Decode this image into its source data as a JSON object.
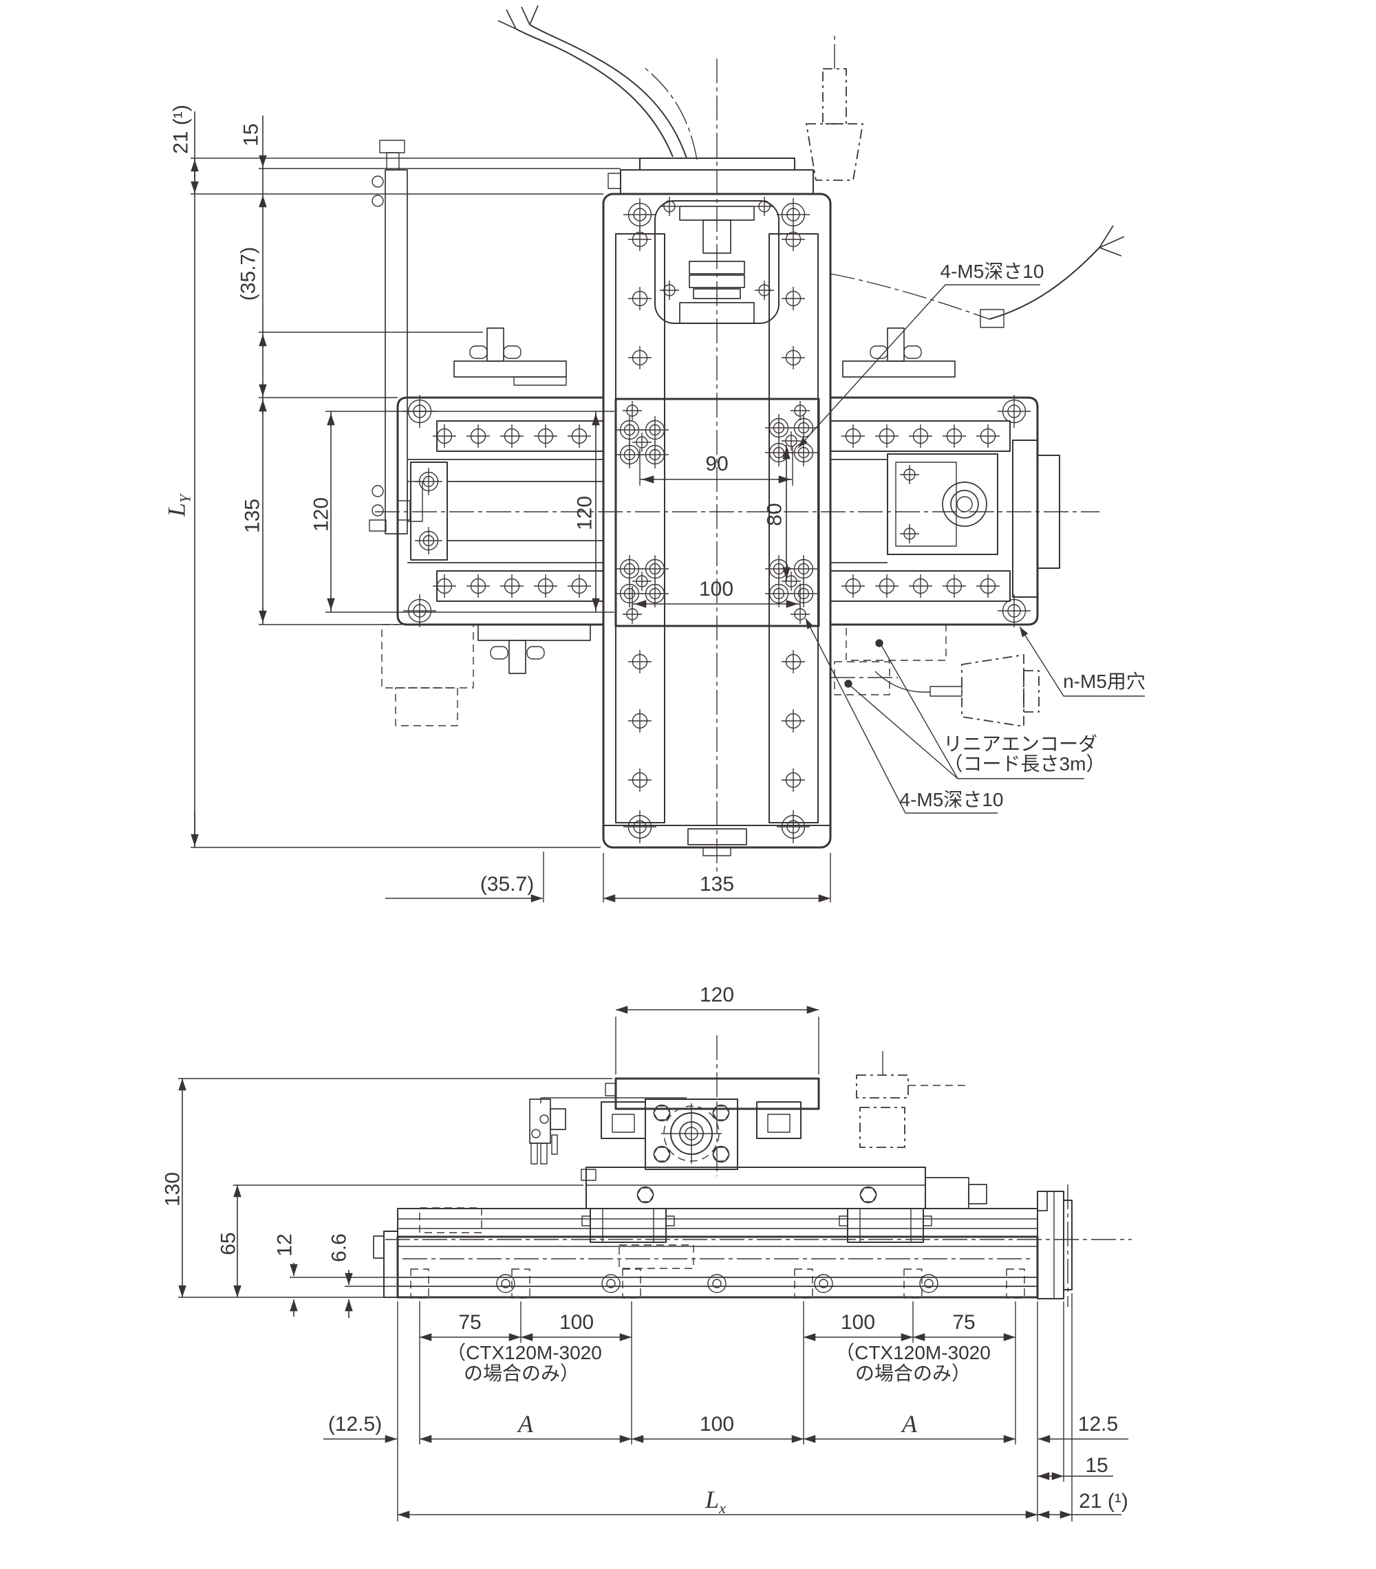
{
  "colors": {
    "line": "#3a3335",
    "background": "#ffffff"
  },
  "top_view": {
    "dims": {
      "ly_main": "L",
      "ly_sub": "Y",
      "overhang": "21 (¹)",
      "motor_plate": "15",
      "side_offset": "(35.7)",
      "x_width": "135",
      "x_inner": "120",
      "table_height": "120",
      "bolt_span_90": "90",
      "bolt_span_80": "80",
      "bolt_span_100": "100",
      "bottom_offset": "(35.7)",
      "y_width": "135"
    },
    "labels": {
      "m5_top": "4-M5深さ10",
      "m5_bottom": "4-M5深さ10",
      "n_m5": "n-M5用穴",
      "encoder_line1": "リニアエンコーダ",
      "encoder_line2": "（コード長さ3m）"
    }
  },
  "side_view": {
    "dims": {
      "table_width": "120",
      "total_height": "130",
      "saddle_height": "65",
      "step_height": "12",
      "base_step": "6.6",
      "left_75": "75",
      "left_100": "100",
      "right_100": "100",
      "right_75": "75",
      "left_margin": "(12.5)",
      "span_a": "A",
      "center_100": "100",
      "right_margin": "12.5",
      "bracket_width": "15",
      "motor_overhang": "21 (¹)",
      "lx_main": "L",
      "lx_sub": "x"
    },
    "notes": {
      "ctx_line1": "（CTX120M-3020",
      "ctx_line2": "の場合のみ）"
    }
  }
}
